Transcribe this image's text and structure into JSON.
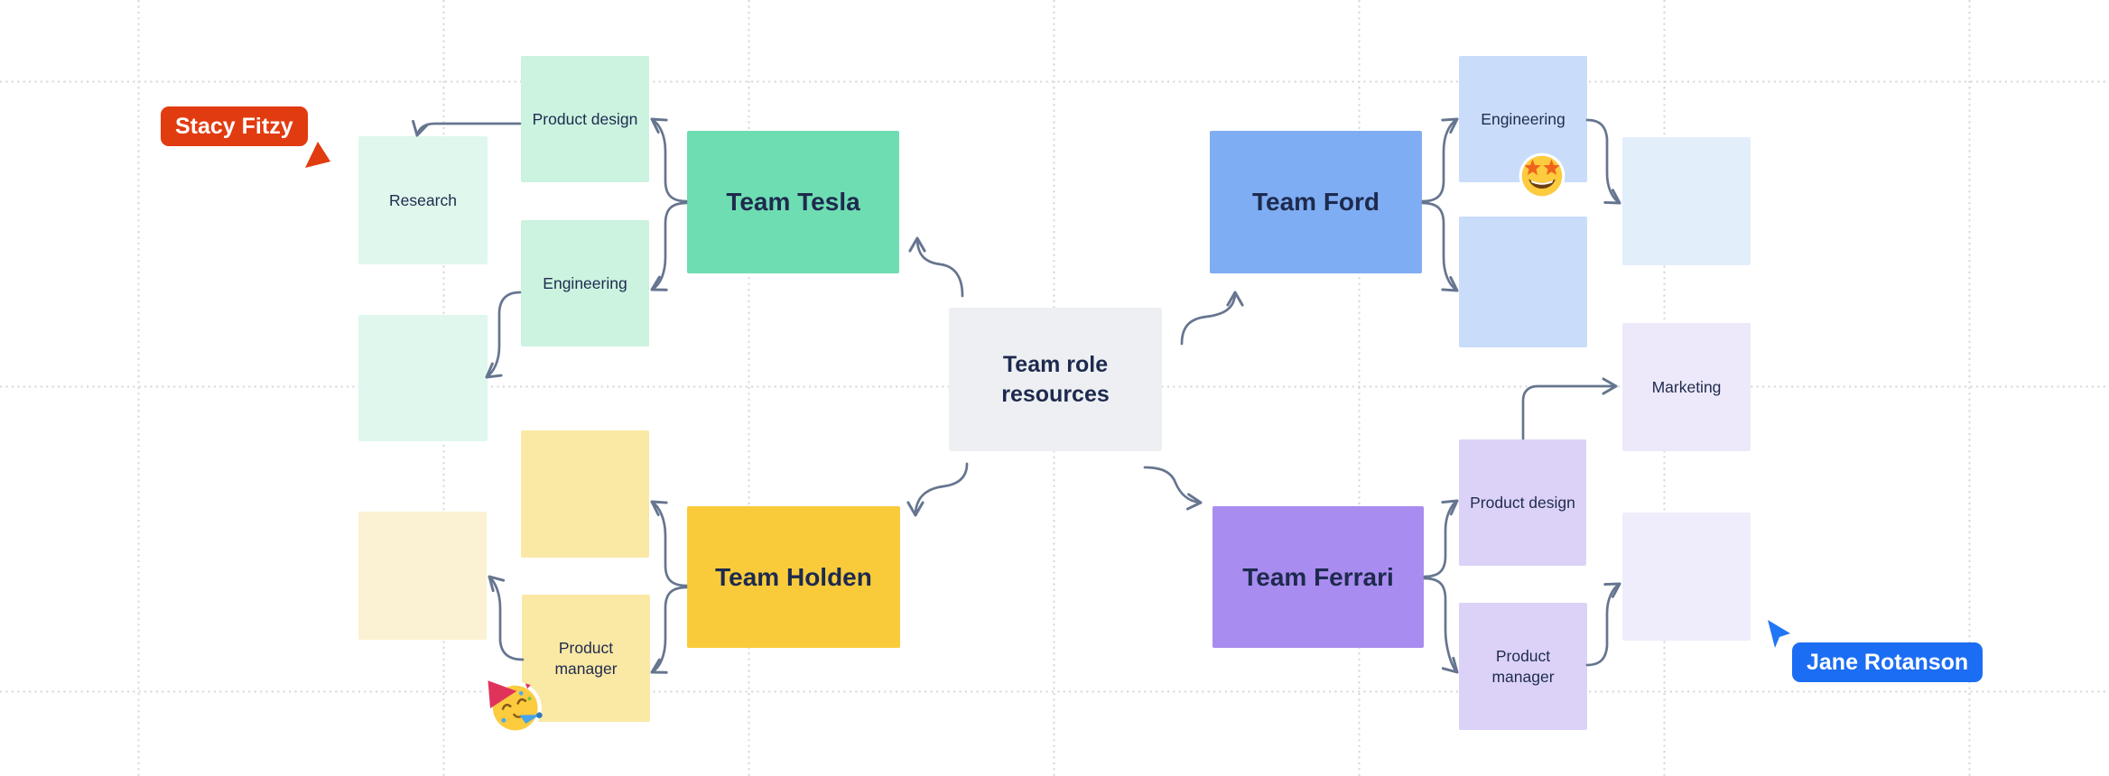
{
  "board": {
    "center": {
      "label": "Team role resources",
      "color": "#edeff2"
    },
    "teams": {
      "tesla": {
        "label": "Team Tesla",
        "color": "#6fddb2"
      },
      "ford": {
        "label": "Team Ford",
        "color": "#7fadf3"
      },
      "holden": {
        "label": "Team Holden",
        "color": "#f9cb3b"
      },
      "ferrari": {
        "label": "Team Ferrari",
        "color": "#a98cef"
      }
    },
    "stickies": {
      "research": {
        "label": "Research",
        "color": "#dff7ec"
      },
      "product_design_green": {
        "label": "Product design",
        "color": "#cbf3df"
      },
      "engineering_green": {
        "label": "Engineering",
        "color": "#cbf3df"
      },
      "empty_green": {
        "label": "",
        "color": "#dff7ec"
      },
      "empty_yellow": {
        "label": "",
        "color": "#fae8a5"
      },
      "product_manager_yellow": {
        "label": "Product manager",
        "color": "#fae8a5"
      },
      "empty_pale_yellow": {
        "label": "",
        "color": "#fbf2d3"
      },
      "engineering_blue": {
        "label": "Engineering",
        "color": "#c9ddfa"
      },
      "empty_blue": {
        "label": "",
        "color": "#c9ddfa"
      },
      "empty_pale_blue": {
        "label": "",
        "color": "#e3eefb"
      },
      "marketing": {
        "label": "Marketing",
        "color": "#ede9fa"
      },
      "product_design_purple": {
        "label": "Product design",
        "color": "#dcd2f7"
      },
      "product_manager_purple": {
        "label": "Product manager",
        "color": "#dcd2f7"
      },
      "empty_pale_purple": {
        "label": "",
        "color": "#efedfb"
      }
    },
    "collaborators": {
      "stacy": {
        "name": "Stacy Fitzy",
        "color": "#e13b10"
      },
      "jane": {
        "name": "Jane Rotanson",
        "color": "#1b6df3"
      }
    },
    "stickers": {
      "party": {
        "icon": "party-face-emoji"
      },
      "star_struck": {
        "icon": "star-struck-emoji"
      }
    },
    "connector_color": "#66758f",
    "grid_color": "#d7d7de"
  }
}
